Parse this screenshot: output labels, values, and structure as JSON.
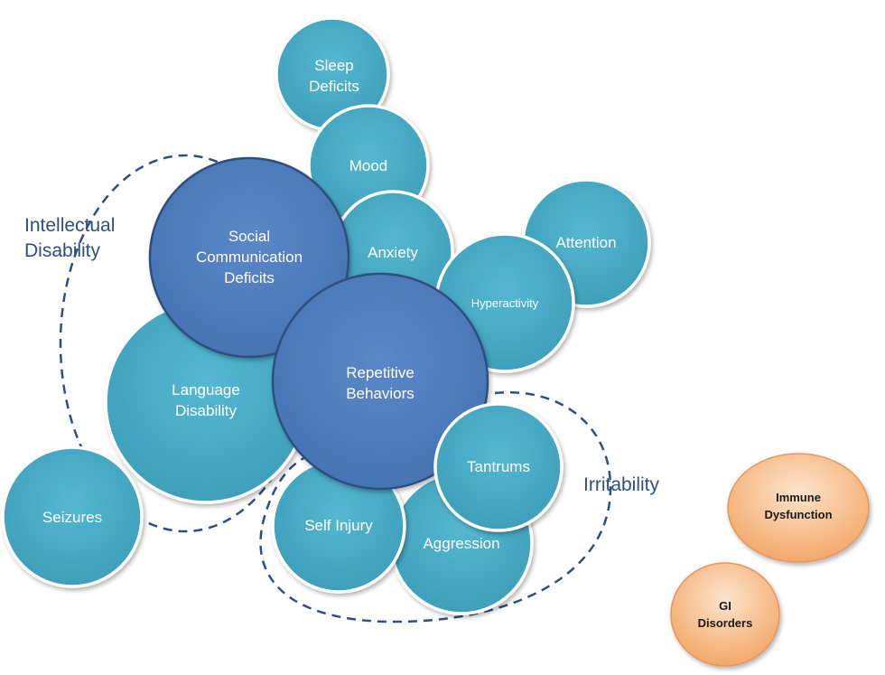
{
  "colors": {
    "teal": "#48acc6",
    "blue": "#4f7dbf",
    "orange": "#f6b27a",
    "dashed_line": "#2e4f80",
    "group_label": "#2e4f80"
  },
  "group_labels": {
    "intellectual_line1": "Intellectual",
    "intellectual_line2": "Disability",
    "irritability": "Irritability"
  },
  "circles": {
    "sleep": {
      "line1": "Sleep",
      "line2": "Deficits"
    },
    "mood": {
      "line1": "Mood"
    },
    "attention": {
      "line1": "Attention"
    },
    "anxiety": {
      "line1": "Anxiety"
    },
    "hyperactivity": {
      "line1": "Hyperactivity"
    },
    "language": {
      "line1": "Language",
      "line2": "Disability"
    },
    "social": {
      "line1": "Social",
      "line2": "Communication",
      "line3": "Deficits"
    },
    "repetitive": {
      "line1": "Repetitive",
      "line2": "Behaviors"
    },
    "seizures": {
      "line1": "Seizures"
    },
    "tantrums": {
      "line1": "Tantrums"
    },
    "aggression": {
      "line1": "Aggression"
    },
    "selfinjury": {
      "line1": "Self Injury"
    },
    "immune": {
      "line1": "Immune",
      "line2": "Dysfunction"
    },
    "gi": {
      "line1": "GI",
      "line2": "Disorders"
    }
  }
}
